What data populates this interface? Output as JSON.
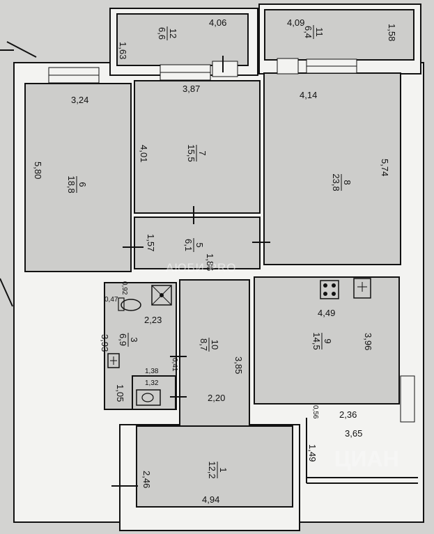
{
  "rooms": {
    "r1": {
      "number": "1",
      "area": "12,2"
    },
    "r3": {
      "number": "3",
      "area": "6,9"
    },
    "r5": {
      "number": "5",
      "area": "6,1"
    },
    "r6": {
      "number": "6",
      "area": "18,8"
    },
    "r7": {
      "number": "7",
      "area": "15,5"
    },
    "r8": {
      "number": "8",
      "area": "23,8"
    },
    "r9": {
      "number": "9",
      "area": "14,5"
    },
    "r10": {
      "number": "10",
      "area": "8,7"
    },
    "r11": {
      "number": "11",
      "area": "6,4"
    },
    "r12": {
      "number": "12",
      "area": "6,6"
    }
  },
  "dims": {
    "d406": "4,06",
    "d163": "1,63",
    "d409": "4,09",
    "d158": "1,58",
    "d324": "3,24",
    "d387": "3,87",
    "d414": "4,14",
    "d580": "5,80",
    "d401": "4,01",
    "d574": "5,74",
    "d157": "1,57",
    "d186": "1,86",
    "d223": "2,23",
    "d393": "3,93",
    "d047": "0,47",
    "d105": "1,05",
    "d138": "1,38",
    "d132": "1,32",
    "d041": "0,41",
    "d092": "0,92",
    "d385": "3,85",
    "d220": "2,20",
    "d449": "4,49",
    "d396": "3,96",
    "d056": "0,56",
    "d236": "2,36",
    "d365": "3,65",
    "d149": "1,49",
    "d246": "2,46",
    "d494": "4,94"
  },
  "watermark": {
    "brand": "АЮБИ PRO",
    "site": "ЦИАН"
  }
}
